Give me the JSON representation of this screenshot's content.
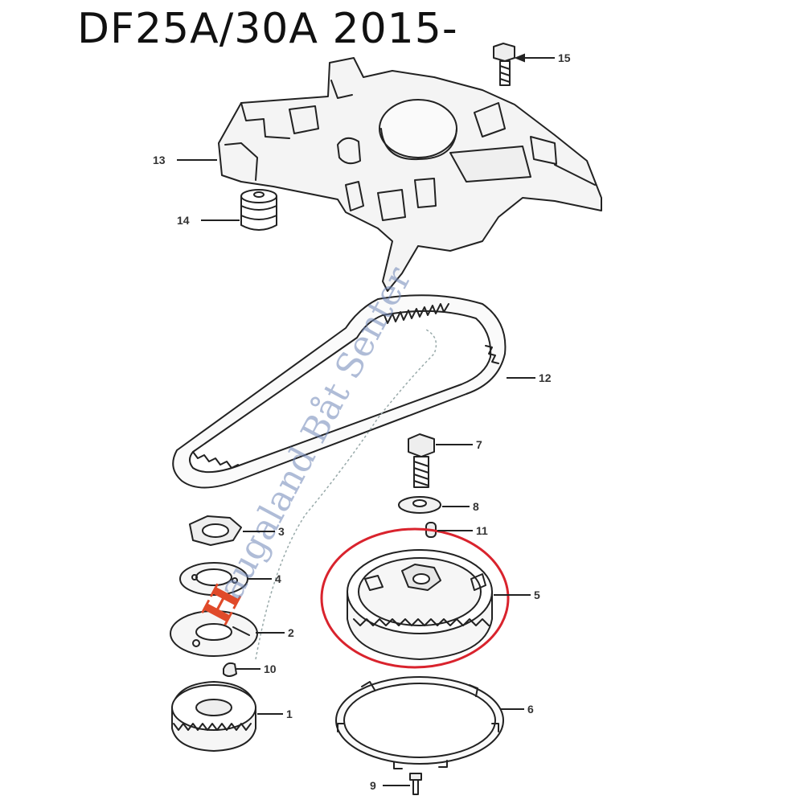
{
  "title": "DF25A/30A 2015-",
  "watermark": {
    "letter": "H",
    "text": "augaland Båt Senter",
    "letter_color": "#e04a2a",
    "text_color": "#6f86b8"
  },
  "highlight_color": "#d9232d",
  "parts": [
    {
      "number": "1",
      "name": "crankshaft-pulley"
    },
    {
      "number": "2",
      "name": "pulley-plate"
    },
    {
      "number": "3",
      "name": "nut"
    },
    {
      "number": "4",
      "name": "washer-plate"
    },
    {
      "number": "5",
      "name": "camshaft-pulley"
    },
    {
      "number": "6",
      "name": "pulley-ring"
    },
    {
      "number": "7",
      "name": "bolt"
    },
    {
      "number": "8",
      "name": "washer"
    },
    {
      "number": "9",
      "name": "screw"
    },
    {
      "number": "10",
      "name": "key"
    },
    {
      "number": "11",
      "name": "pin"
    },
    {
      "number": "12",
      "name": "timing-belt"
    },
    {
      "number": "13",
      "name": "belt-cover"
    },
    {
      "number": "14",
      "name": "grommet"
    },
    {
      "number": "15",
      "name": "cover-bolt"
    }
  ]
}
